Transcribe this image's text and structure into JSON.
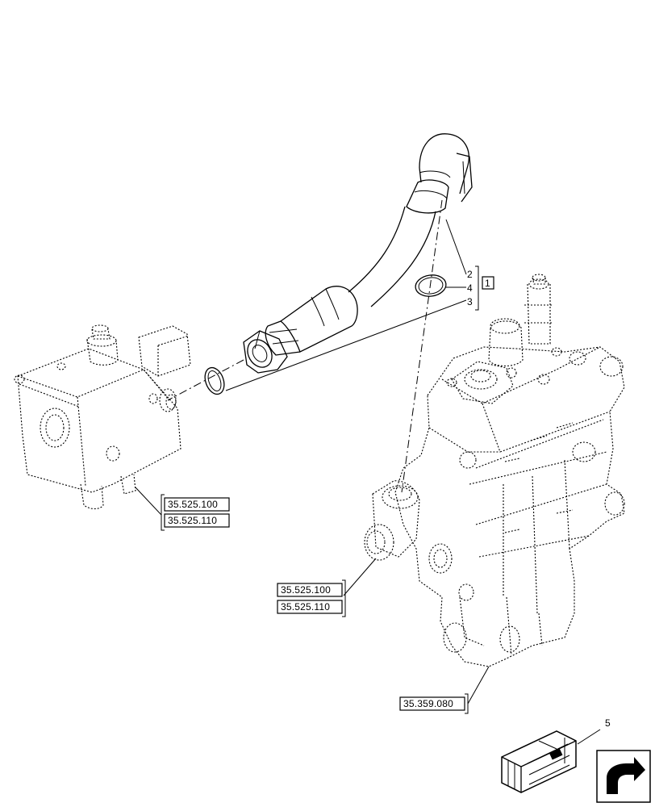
{
  "callouts": {
    "item_2": "2",
    "item_4": "4",
    "item_3": "3",
    "group_ref": "1",
    "item_5": "5"
  },
  "references": {
    "solenoid_valve_ref_a": "35.525.100",
    "solenoid_valve_ref_b": "35.525.110",
    "control_valve_port_ref_a": "35.525.100",
    "control_valve_port_ref_b": "35.525.110",
    "control_valve_ref": "35.359.080"
  },
  "icons": {
    "kit": "kit-box-icon",
    "navigation": "return-arrow-icon"
  }
}
